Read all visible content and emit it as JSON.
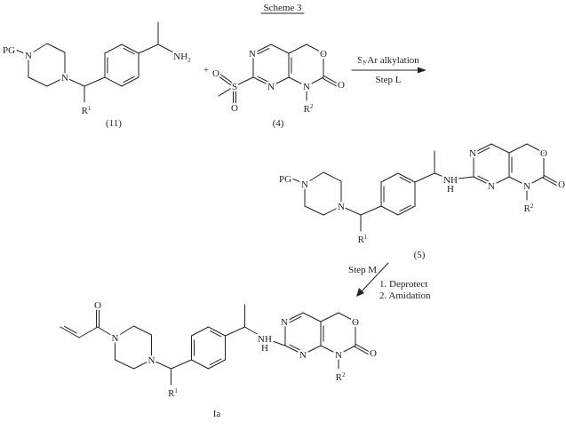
{
  "title": "Scheme 3",
  "atoms": {
    "nitrogen": "N",
    "oxygen": "O",
    "sulfur": "S",
    "protecting_group": "PG",
    "amine_n": "NH",
    "amine_h": "H",
    "r": "R",
    "r1_sup": "1",
    "r2_sup": "2",
    "nh2_sub": "2"
  },
  "compounds": {
    "c11": {
      "label": "(11)"
    },
    "c4": {
      "label": "(4)"
    },
    "c5": {
      "label": "(5)"
    },
    "ia": {
      "label": "Ia"
    }
  },
  "plus": "+",
  "step_l": {
    "reaction": "S",
    "reaction_sub": "N",
    "reaction_rest": "Ar alkylation",
    "label": "Step L"
  },
  "step_m": {
    "label": "Step M",
    "sub1": "1. Deprotect",
    "sub2": "2. Amidation"
  }
}
